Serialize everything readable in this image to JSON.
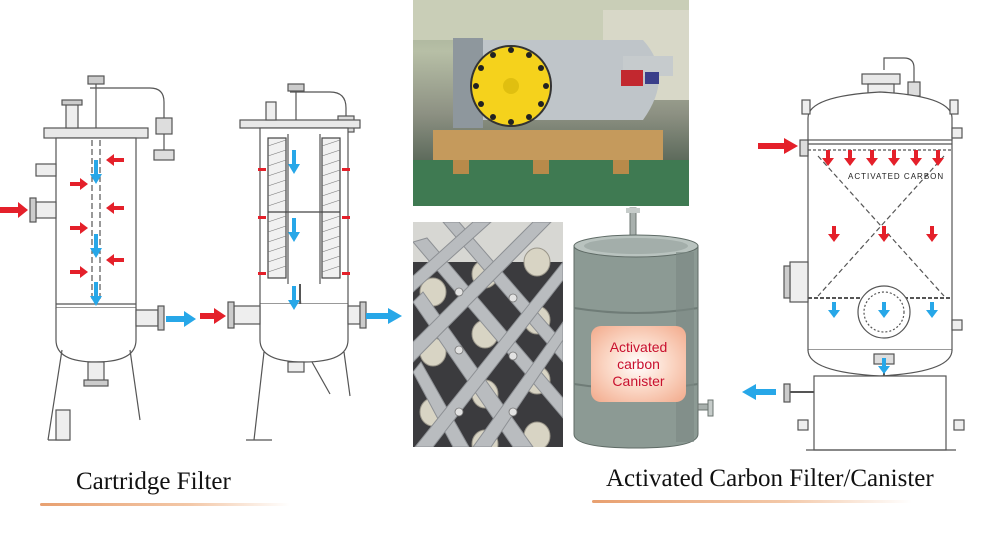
{
  "captions": {
    "left": "Cartridge Filter",
    "right": "Activated Carbon Filter/Canister"
  },
  "canister": {
    "label": "Activated\ncarbon\nCanister"
  },
  "vessel": {
    "label": "ACTIVATED   CARBON"
  },
  "colors": {
    "inflow_arrow": "#e4202a",
    "outflow_arrow": "#27a7e8",
    "drum": "#8c9a94",
    "flange_yellow": "#f5d21c",
    "underline": "#e8a070"
  }
}
